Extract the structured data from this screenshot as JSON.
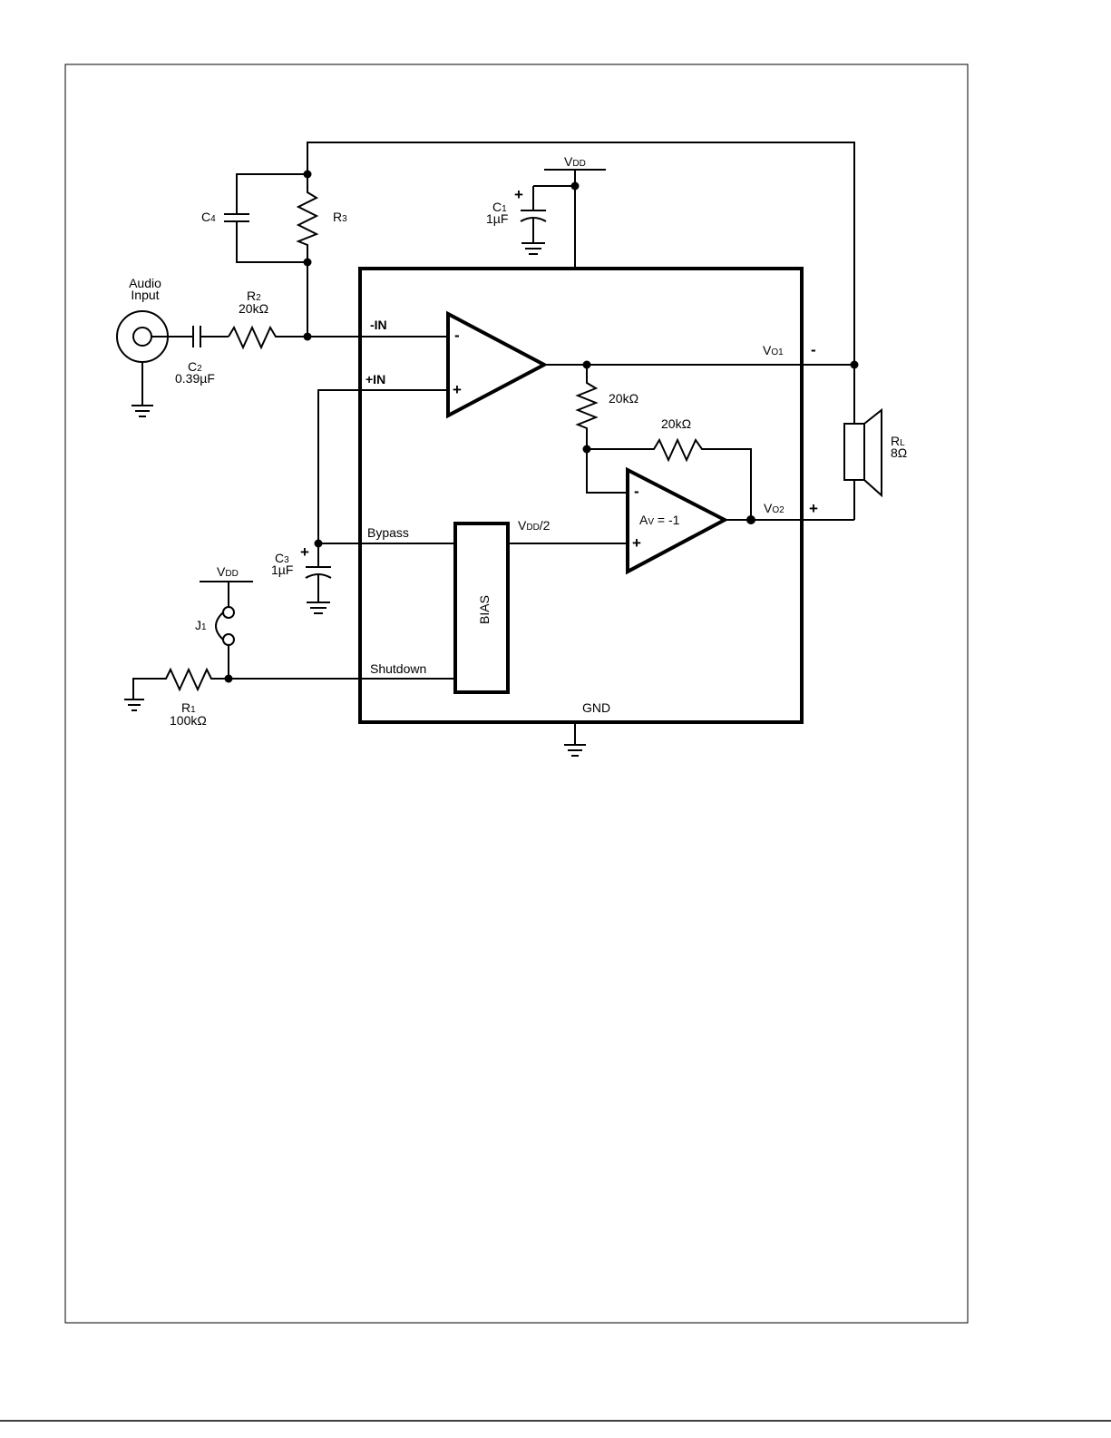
{
  "labels": {
    "vdd_top": {
      "main": "V",
      "sub": "DD"
    },
    "c1_name": {
      "main": "C",
      "sub": "1"
    },
    "c1_value": "1µF",
    "c4": {
      "main": "C",
      "sub": "4"
    },
    "r3": {
      "main": "R",
      "sub": "3"
    },
    "audio_input": "Audio",
    "audio_input_2": "Input",
    "r2_name": {
      "main": "R",
      "sub": "2"
    },
    "r2_value": "20kΩ",
    "c2_name": {
      "main": "C",
      "sub": "2"
    },
    "c2_value": "0.39µF",
    "minus_in": "-IN",
    "plus_in": "+IN",
    "opamp1_minus": "-",
    "opamp1_plus": "+",
    "res_20k_a": "20kΩ",
    "res_20k_b": "20kΩ",
    "vo1": {
      "main": "V",
      "sub": "O1"
    },
    "vo1_sign": "-",
    "vo2": {
      "main": "V",
      "sub": "O2"
    },
    "vo2_sign": "+",
    "rl_name": {
      "main": "R",
      "sub": "L"
    },
    "rl_value": "8Ω",
    "opamp2_minus": "-",
    "opamp2_plus": "+",
    "gain": {
      "main": "A",
      "sub": "V",
      "rest": " = -1"
    },
    "bypass": "Bypass",
    "vdd_half": {
      "main": "V",
      "sub": "DD",
      "rest": "/2"
    },
    "c3_name": {
      "main": "C",
      "sub": "3"
    },
    "c3_value": "1µF",
    "c3_sign": "+",
    "c1_sign": "+",
    "vdd_left": {
      "main": "V",
      "sub": "DD"
    },
    "j1": {
      "main": "J",
      "sub": "1"
    },
    "shutdown": "Shutdown",
    "bias": "BIAS",
    "r1_name": {
      "main": "R",
      "sub": "1"
    },
    "r1_value": "100kΩ",
    "gnd": "GND"
  }
}
